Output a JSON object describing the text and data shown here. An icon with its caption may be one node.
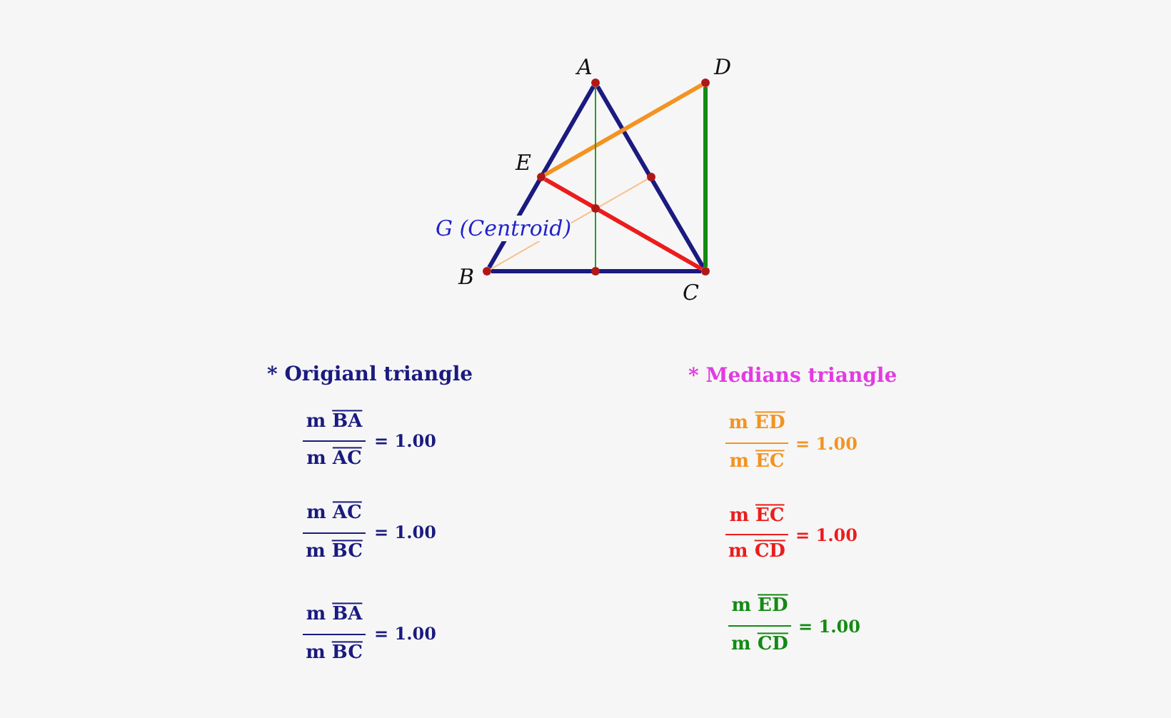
{
  "diagram": {
    "nodes": [
      {
        "text": [],
        "shape": "circle"
      },
      {
        "text": [],
        "shape": "circle"
      },
      {
        "text": [],
        "shape": "circle"
      },
      {
        "text": [],
        "shape": "circle"
      },
      {
        "text": [],
        "shape": "circle"
      },
      {
        "text": [],
        "shape": "circle"
      },
      {
        "text": [],
        "shape": "circle"
      },
      {
        "text": [],
        "shape": "circle"
      }
    ],
    "edges": [
      {
        "from": 5,
        "to": 0,
        "arrow": "none"
      },
      {
        "from": 0,
        "to": 7,
        "arrow": "none"
      },
      {
        "from": 5,
        "to": 7,
        "arrow": "none"
      },
      {
        "from": 2,
        "to": 1,
        "arrow": "none",
        "color": "#f39322"
      },
      {
        "from": 1,
        "to": 7,
        "arrow": "none",
        "color": "#138a13"
      },
      {
        "from": 2,
        "to": 7,
        "arrow": "none",
        "color": "#ec1c1c"
      },
      {
        "from": 0,
        "to": 6,
        "arrow": "none",
        "color": "#22a022"
      },
      {
        "from": 5,
        "to": 3,
        "arrow": "none",
        "color": "#f8c08a"
      }
    ],
    "labels": [
      "A",
      "D",
      "E",
      "G (Centroid)",
      "B",
      "C",
      "* Origianl triangle",
      "m BA",
      "m AC",
      "= 1.00",
      "m AC",
      "m BC",
      "= 1.00",
      "m BA",
      "m BC",
      "= 1.00",
      "* Medians triangle",
      "m ED",
      "m EC",
      "= 1.00",
      "m EC",
      "m CD",
      "= 1.00",
      "m ED",
      "m CD",
      "= 1.00"
    ]
  }
}
